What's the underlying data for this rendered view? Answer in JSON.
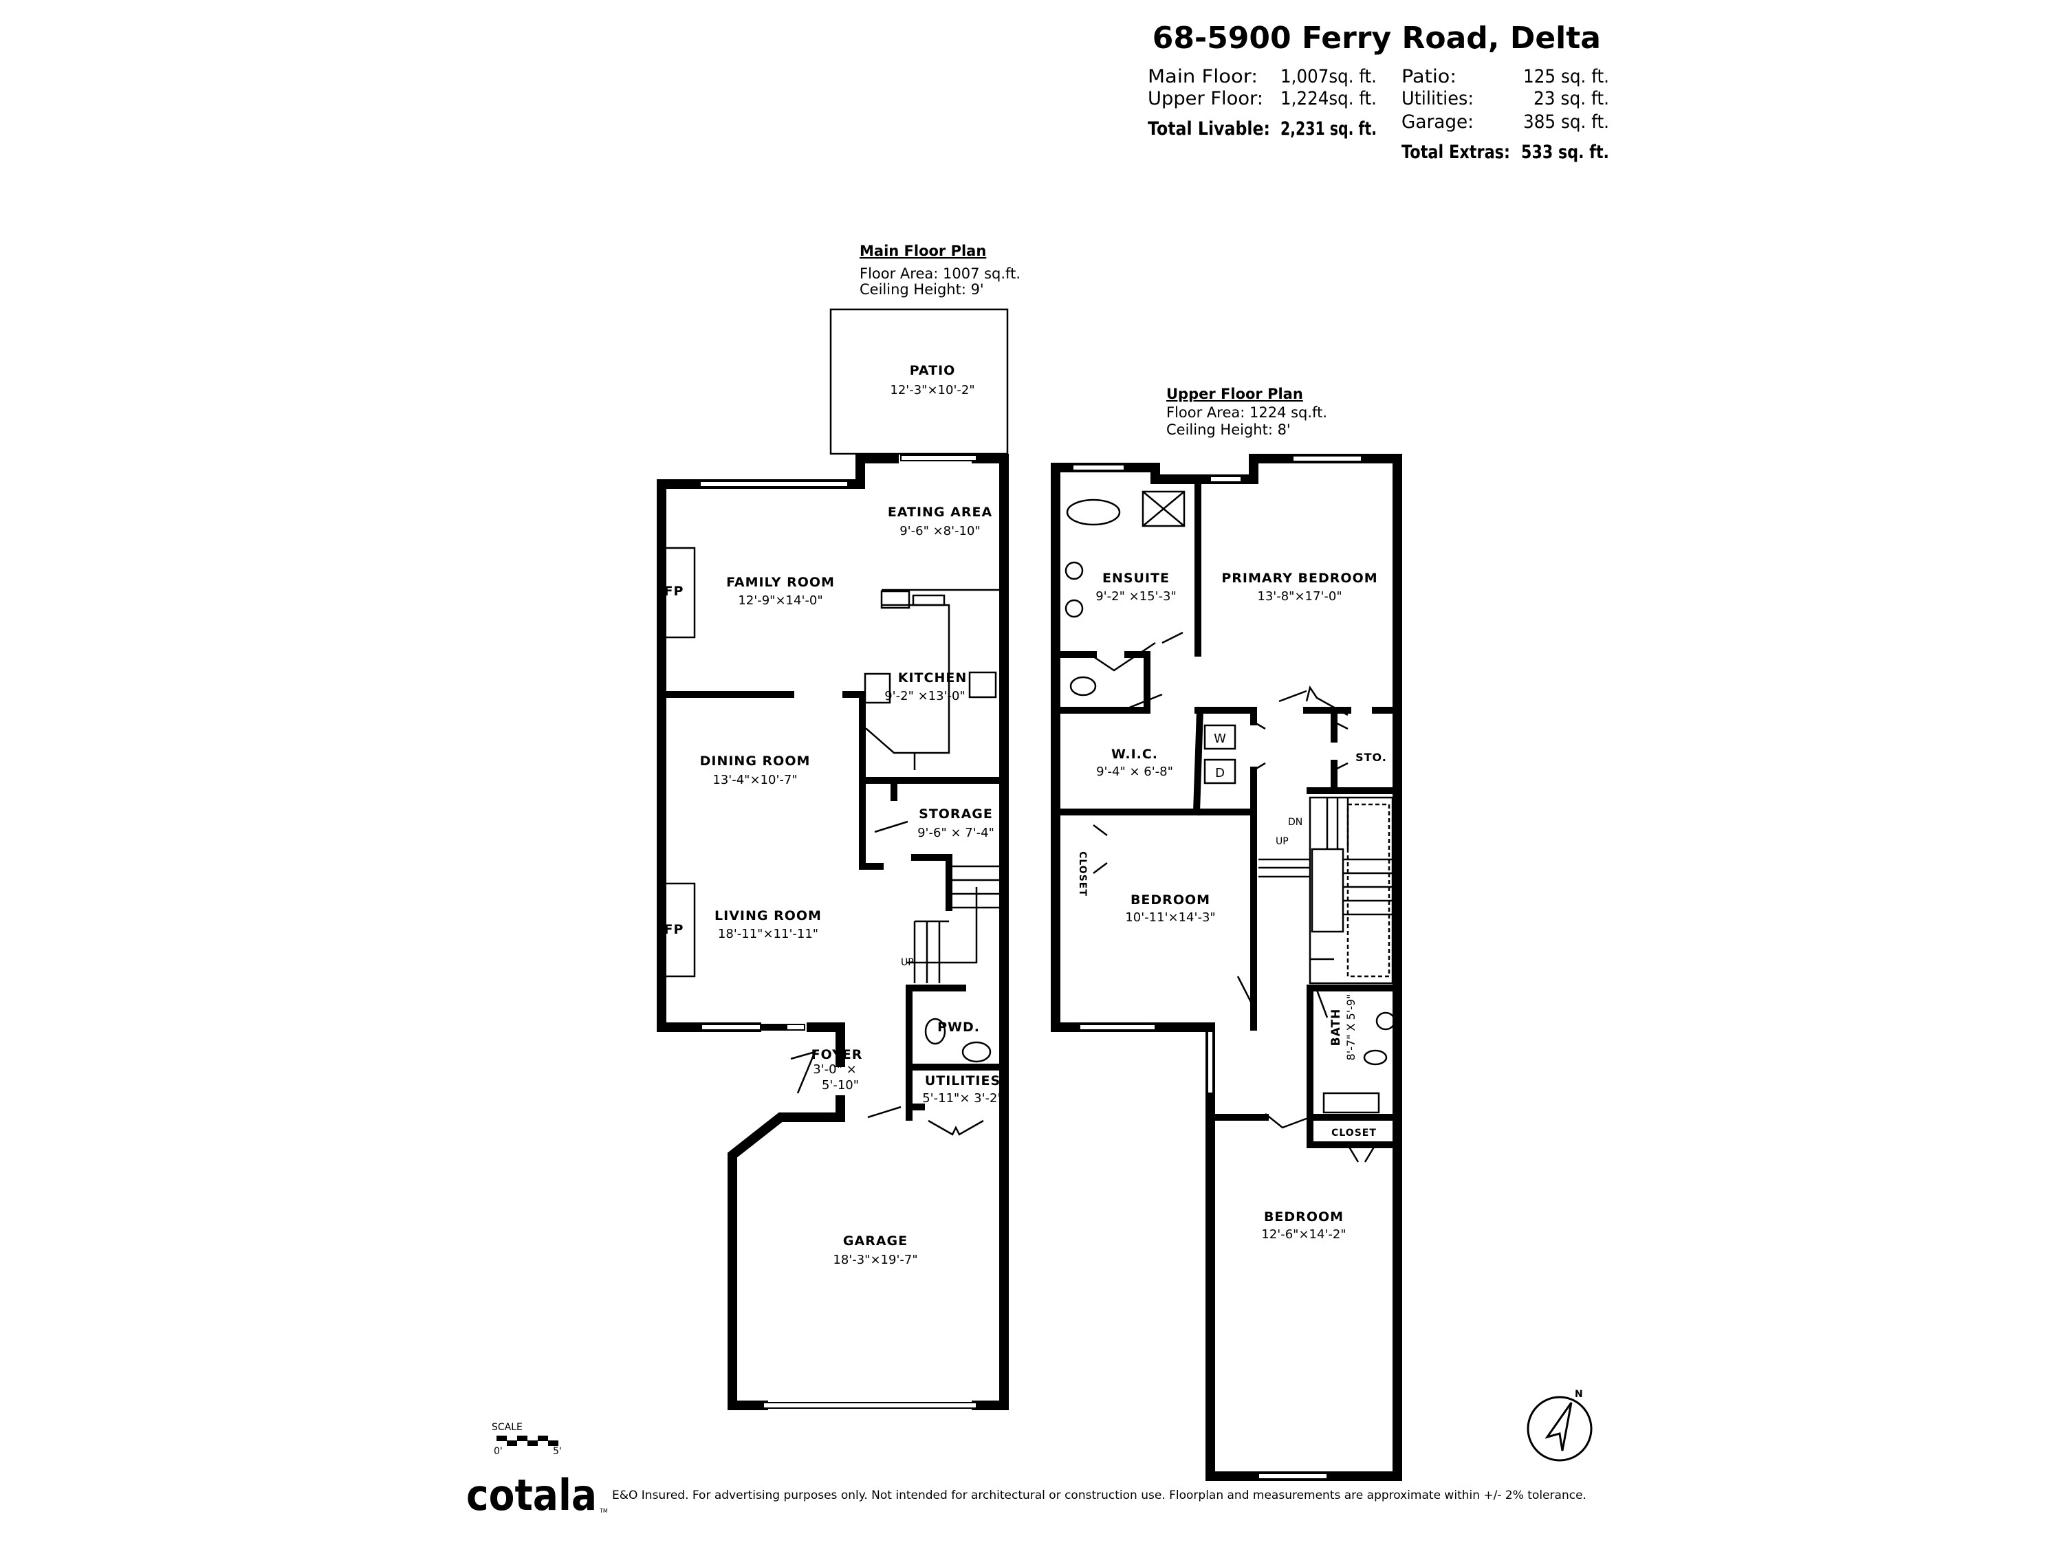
{
  "header": {
    "title": "68-5900 Ferry Road, Delta",
    "livable": [
      {
        "label": "Main Floor:",
        "value": "1,007sq. ft."
      },
      {
        "label": "Upper Floor:",
        "value": "1,224sq. ft."
      }
    ],
    "total_livable": {
      "label": "Total Livable:",
      "value": "2,231 sq. ft."
    },
    "extras": [
      {
        "label": "Patio:",
        "value": "125 sq. ft."
      },
      {
        "label": "Utilities:",
        "value": "23 sq. ft."
      },
      {
        "label": "Garage:",
        "value": "385 sq. ft."
      }
    ],
    "total_extras": {
      "label": "Total Extras:",
      "value": "533 sq. ft."
    }
  },
  "main_floor": {
    "title": "Main Floor Plan",
    "area": "Floor Area: 1007 sq.ft.",
    "ceiling": "Ceiling Height: 9'",
    "rooms": [
      {
        "name": "PATIO",
        "dim": "12'-3\"×10'-2\""
      },
      {
        "name": "EATING AREA",
        "dim": "9'-6\" ×8'-10\""
      },
      {
        "name": "FAMILY ROOM",
        "dim": "12'-9\"×14'-0\""
      },
      {
        "name": "KITCHEN",
        "dim": "9'-2\" ×13'-0\""
      },
      {
        "name": "DINING ROOM",
        "dim": "13'-4\"×10'-7\""
      },
      {
        "name": "STORAGE",
        "dim": "9'-6\" × 7'-4\""
      },
      {
        "name": "LIVING ROOM",
        "dim": "18'-11\"×11'-11\""
      },
      {
        "name": "FOYER",
        "dim": "3'-0\" ×",
        "dim2": "5'-10\""
      },
      {
        "name": "PWD.",
        "dim": ""
      },
      {
        "name": "UTILITIES",
        "dim": "5'-11\"× 3'-2\""
      },
      {
        "name": "GARAGE",
        "dim": "18'-3\"×19'-7\""
      }
    ],
    "fireplace_label": "FP",
    "stair_label": "UP"
  },
  "upper_floor": {
    "title": "Upper Floor Plan",
    "area": "Floor Area: 1224 sq.ft.",
    "ceiling": "Ceiling Height: 8'",
    "rooms": [
      {
        "name": "ENSUITE",
        "dim": "9'-2\" ×15'-3\""
      },
      {
        "name": "PRIMARY BEDROOM",
        "dim": "13'-8\"×17'-0\""
      },
      {
        "name": "W.I.C.",
        "dim": "9'-4\" × 6'-8\""
      },
      {
        "name": "STO.",
        "dim": ""
      },
      {
        "name": "CLOSET",
        "dim": ""
      },
      {
        "name": "BEDROOM",
        "dim": "10'-11'×14'-3\""
      },
      {
        "name": "BATH",
        "dim": "8'-7\" X 5'-9\""
      },
      {
        "name": "CLOSET",
        "dim": ""
      },
      {
        "name": "BEDROOM",
        "dim": "12'-6\"×14'-2\""
      }
    ],
    "washer_label": "W",
    "dryer_label": "D",
    "stair_down": "DN",
    "stair_up": "UP"
  },
  "scale": {
    "label": "SCALE",
    "start": "0'",
    "end": "5'"
  },
  "compass": {
    "label": "N",
    "icon": "north-arrow-icon"
  },
  "footer": {
    "logo": "cotala",
    "logo_tm": "TM",
    "disclaimer": "E&O Insured. For advertising purposes only. Not intended for architectural or construction use. Floorplan and measurements are approximate within +/- 2% tolerance."
  }
}
